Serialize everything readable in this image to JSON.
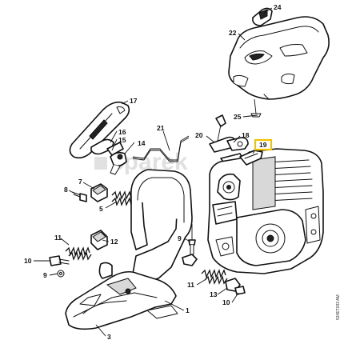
{
  "diagram": {
    "doc_id": "534ET033 AM",
    "watermark": "sparek",
    "highlighted_part": "19",
    "callouts": {
      "c1": "1",
      "c3": "3",
      "c5": "5",
      "c7": "7",
      "c8": "8",
      "c9a": "9",
      "c9b": "9",
      "c10a": "10",
      "c10b": "10",
      "c11a": "11",
      "c11b": "11",
      "c12": "12",
      "c13": "13",
      "c14": "14",
      "c15": "15",
      "c16": "16",
      "c17": "17",
      "c18": "18",
      "c19": "19",
      "c20": "20",
      "c21": "21",
      "c22": "22",
      "c24": "24",
      "c25": "25"
    }
  }
}
